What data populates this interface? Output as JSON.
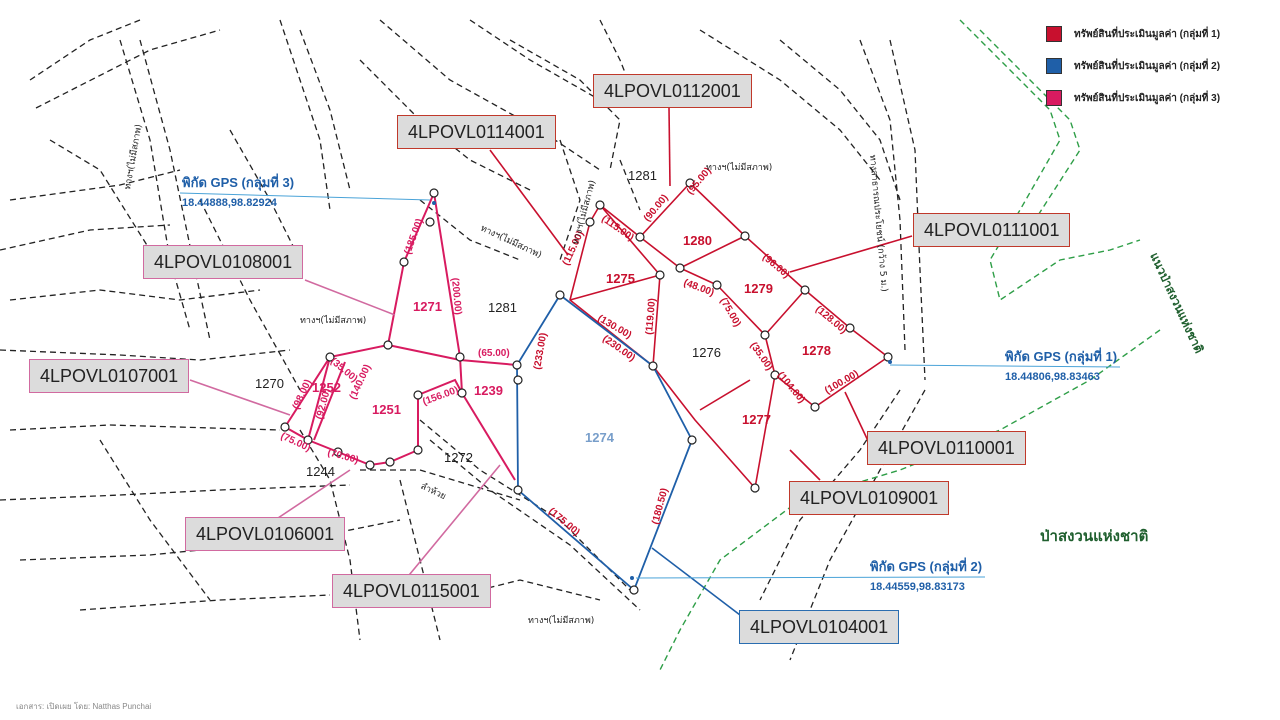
{
  "legend": {
    "items": [
      {
        "label": "ทรัพย์สินที่ประเมินมูลค่า (กลุ่มที่ 1)",
        "color": "#c8102e"
      },
      {
        "label": "ทรัพย์สินที่ประเมินมูลค่า (กลุ่มที่ 2)",
        "color": "#1f5fa8"
      },
      {
        "label": "ทรัพย์สินที่ประเมินมูลค่า (กลุ่มที่ 3)",
        "color": "#d81b60"
      }
    ]
  },
  "callouts": {
    "c1": "4LPOVL0112001",
    "c2": "4LPOVL0114001",
    "c3": "4LPOVL0111001",
    "c4": "4LPOVL0108001",
    "c5": "4LPOVL0107001",
    "c6": "4LPOVL0110001",
    "c7": "4LPOVL0109001",
    "c8": "4LPOVL0106001",
    "c9": "4LPOVL0115001",
    "c10": "4LPOVL0104001"
  },
  "gps": {
    "g3": {
      "title": "พิกัด GPS (กลุ่มที่ 3)",
      "value": "18.44888,98.82924"
    },
    "g1": {
      "title": "พิกัด GPS (กลุ่มที่ 1)",
      "value": "18.44806,98.83463"
    },
    "g2": {
      "title": "พิกัด GPS (กลุ่มที่ 2)",
      "value": "18.44559,98.83173"
    }
  },
  "parcels": {
    "p1281a": "1281",
    "p1281b": "1281",
    "p1280": "1280",
    "p1275": "1275",
    "p1279": "1279",
    "p1278": "1278",
    "p1276": "1276",
    "p1277": "1277",
    "p1271": "1271",
    "p1252": "1252",
    "p1251": "1251",
    "p1239": "1239",
    "p1270": "1270",
    "p1244": "1244",
    "p1272": "1272",
    "p1274": "1274"
  },
  "dimensions": {
    "d1": "(115.00)",
    "d2": "(90.00)",
    "d3": "(95.00)",
    "d4": "(115.00)",
    "d5": "(48.00)",
    "d6": "(96.00)",
    "d7": "(130.00)",
    "d8": "(119.00)",
    "d9": "(75.00)",
    "d10": "(128.00)",
    "d11": "(230.00)",
    "d12": "(35.00)",
    "d13": "(104.00)",
    "d14": "(100.00)",
    "d15": "(185.00)",
    "d16": "(200.00)",
    "d17": "(65.00)",
    "d18": "(233.00)",
    "d19": "(35.00)",
    "d20": "(140.00)",
    "d21": "(98.00)",
    "d22": "(92.00)",
    "d23": "(156.00)",
    "d24": "(75.00)",
    "d25": "(70.00)",
    "d26": "(175.00)",
    "d27": "(180.50)"
  },
  "roads": {
    "r1": "ทางฯ(ไม่มีสภาพ)",
    "r2": "ทางฯ(ไม่มีสภาพ)",
    "r3": "ทางฯ(ไม่มีสภาพ)",
    "r4": "ทางฯ(ไม่มีสภาพ)",
    "r5": "ทางฯ(ไม่มีสภาพ)",
    "r6": "ทางฯ(ไม่มีสภาพ)",
    "r7": "ทางสาธารณประโยชน์ (กว้าง 5 ม.)",
    "r8": "ลำห้วย"
  },
  "places": {
    "forest_line": "แนวป่าสงวนแห่งชาติ",
    "forest": "ป่าสงวนแห่งชาติ"
  },
  "footer": "เอกสาร: เปิดเผย โดย: Natthas Punchai"
}
